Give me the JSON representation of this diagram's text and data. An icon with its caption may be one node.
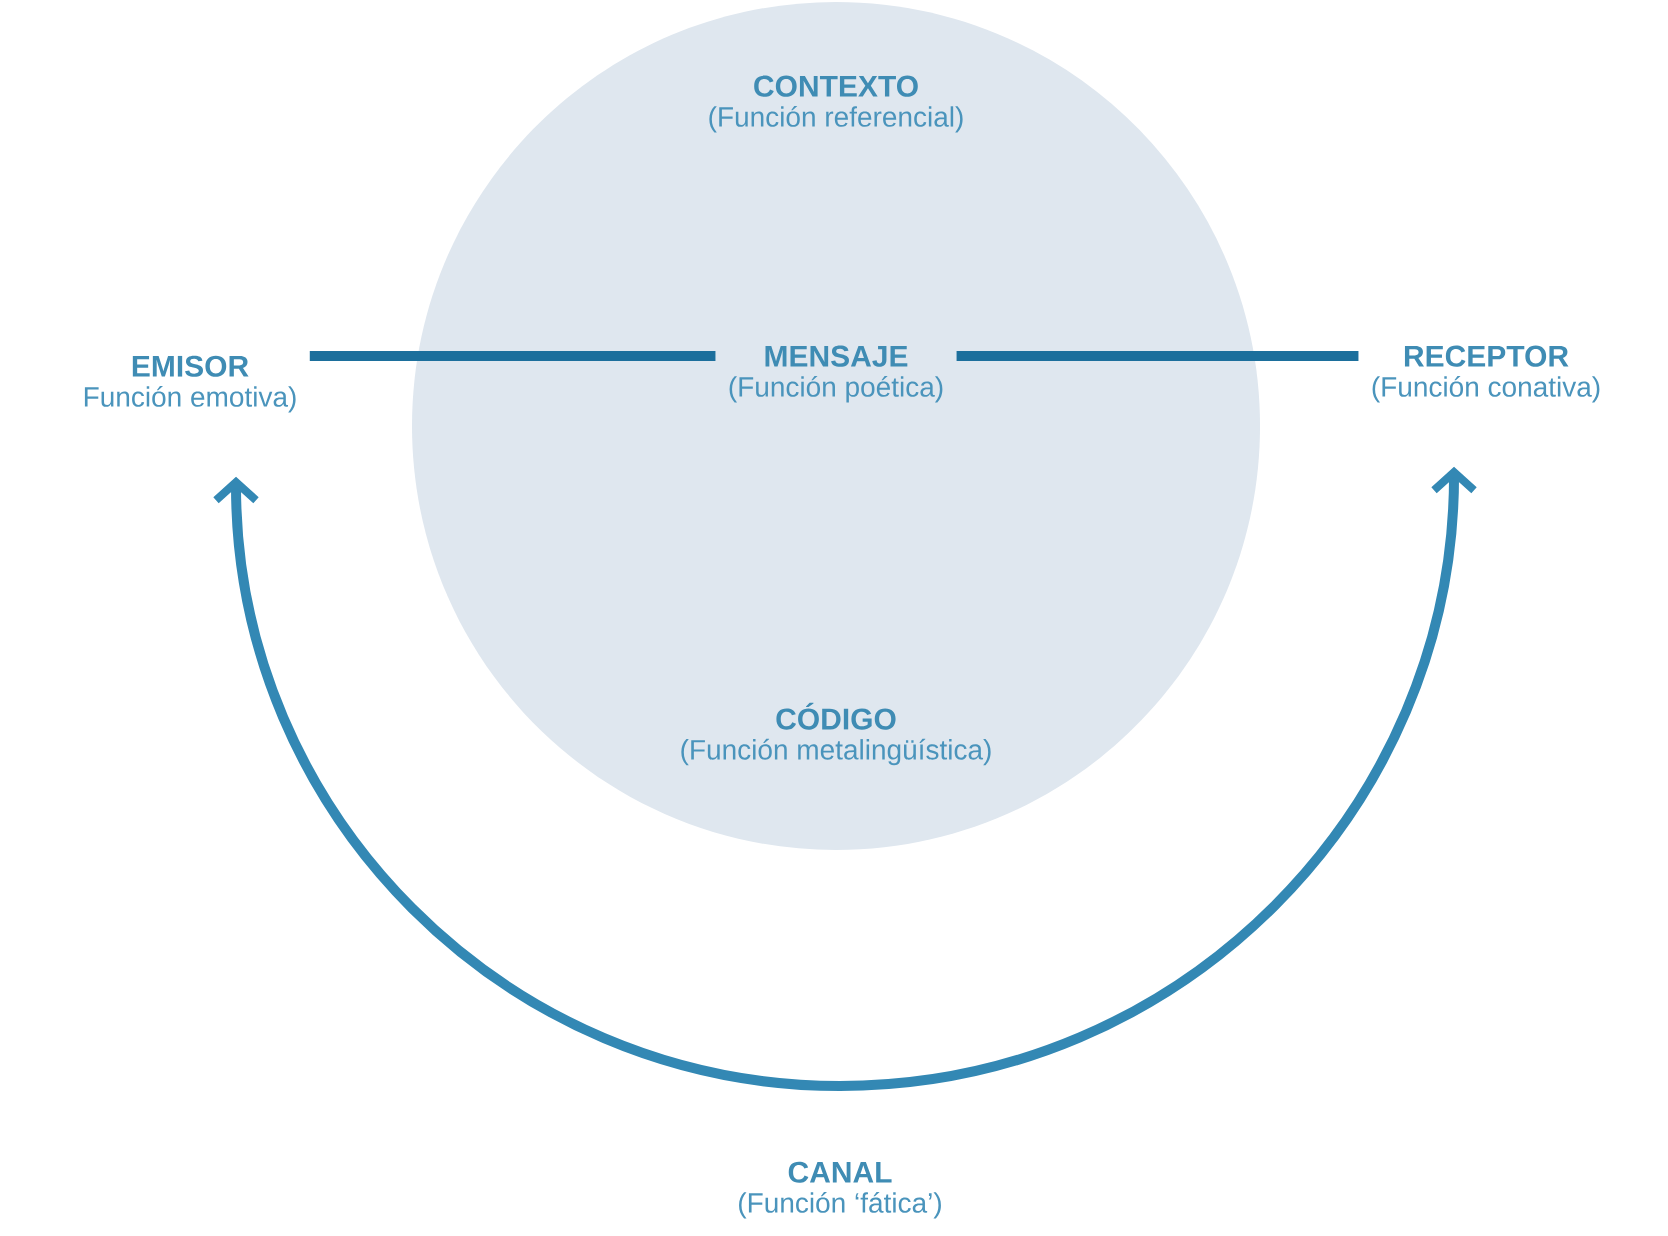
{
  "diagram": {
    "nodes": [
      {
        "text": [],
        "shape": "circle"
      },
      {
        "text": [
          "CONTEXTO",
          "(Función referencial)"
        ],
        "in": 0
      },
      {
        "text": [
          "EMISOR",
          "Función emotiva)"
        ]
      },
      {
        "text": [
          "MENSAJE",
          "(Función poética)"
        ],
        "in": 0
      },
      {
        "text": [
          "RECEPTOR",
          "(Función conativa)"
        ]
      },
      {
        "text": [
          "CÓDIGO",
          "(Función metalingüística)"
        ],
        "in": 0
      },
      {
        "text": [
          "CANAL",
          "(Función ‘fática’)"
        ]
      }
    ],
    "edges": [
      {
        "from": 2,
        "to": 3,
        "arrow": "none"
      },
      {
        "from": 3,
        "to": 4,
        "arrow": "none"
      },
      {
        "from": 2,
        "to": 4,
        "arrow": "both",
        "color": "#3388b4"
      }
    ]
  }
}
